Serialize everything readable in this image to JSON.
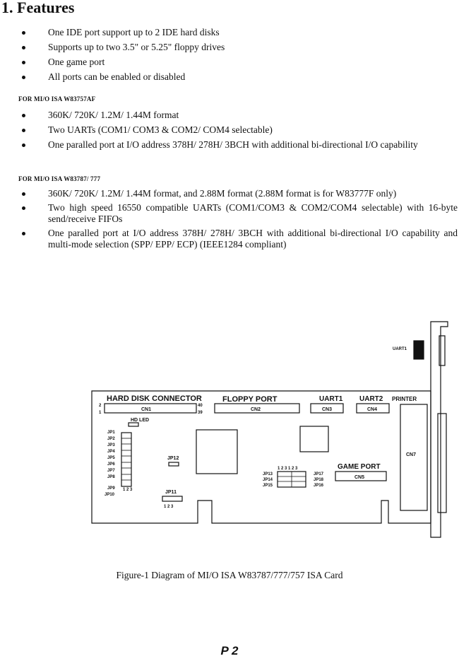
{
  "heading": "1.   Features",
  "general_features": [
    "One IDE port support up to 2 IDE hard disks",
    "Supports up to two 3.5\" or 5.25\" floppy drives",
    "One game port",
    "All ports can be enabled or disabled"
  ],
  "section_757": {
    "label": "FOR MI/O ISA W83757AF",
    "features": [
      "360K/ 720K/ 1.2M/ 1.44M format",
      "Two UARTs (COM1/ COM3 &  COM2/ COM4 selectable)",
      "One paralled port at I/O address 378H/ 278H/ 3BCH with additional bi-directional I/O capability"
    ]
  },
  "section_787": {
    "label": "FOR MI/O ISA W83787/ 777",
    "features": [
      "360K/ 720K/ 1.2M/ 1.44M format, and 2.88M format (2.88M format is for W83777F only)",
      "Two high speed 16550 compatible UARTs (COM1/COM3 & COM2/COM4 selectable) with 16-byte send/receive FIFOs",
      "One paralled port at I/O address 378H/ 278H/ 3BCH with additional bi-directional I/O capability and multi-mode selection (SPP/ EPP/ ECP) (IEEE1284 compliant)"
    ]
  },
  "diagram": {
    "uart1_bracket": "UART1",
    "hard_disk": "HARD DISK CONNECTOR",
    "cn1": "CN1",
    "pin_2": "2",
    "pin_1": "1",
    "pin_40": "40",
    "pin_39": "39",
    "hd_led": "HD LED",
    "floppy_port": "FLOPPY   PORT",
    "cn2": "CN2",
    "uart1": "UART1",
    "cn3": "CN3",
    "uart2": "UART2",
    "cn4": "CN4",
    "printer": "PRINTER",
    "cn7": "CN7",
    "game_port": "GAME  PORT",
    "cn5": "CN5",
    "jumpers_left": [
      "JP1",
      "JP2",
      "JP3",
      "JP4",
      "JP5",
      "JP6",
      "JP7",
      "JP8",
      "JP9"
    ],
    "jp10": "JP10",
    "jp12": "JP12",
    "jp11": "JP11",
    "pins_123": "1 2 3",
    "jp13": "JP13",
    "jp14": "JP14",
    "jp15": "JP15",
    "jp17": "JP17",
    "jp18": "JP18",
    "jp16": "JP16",
    "top_pins": "1 2 3   1 2 3"
  },
  "caption": "Figure-1 Diagram of  MI/O ISA W83787/777/757 ISA Card",
  "page_number": "P 2"
}
